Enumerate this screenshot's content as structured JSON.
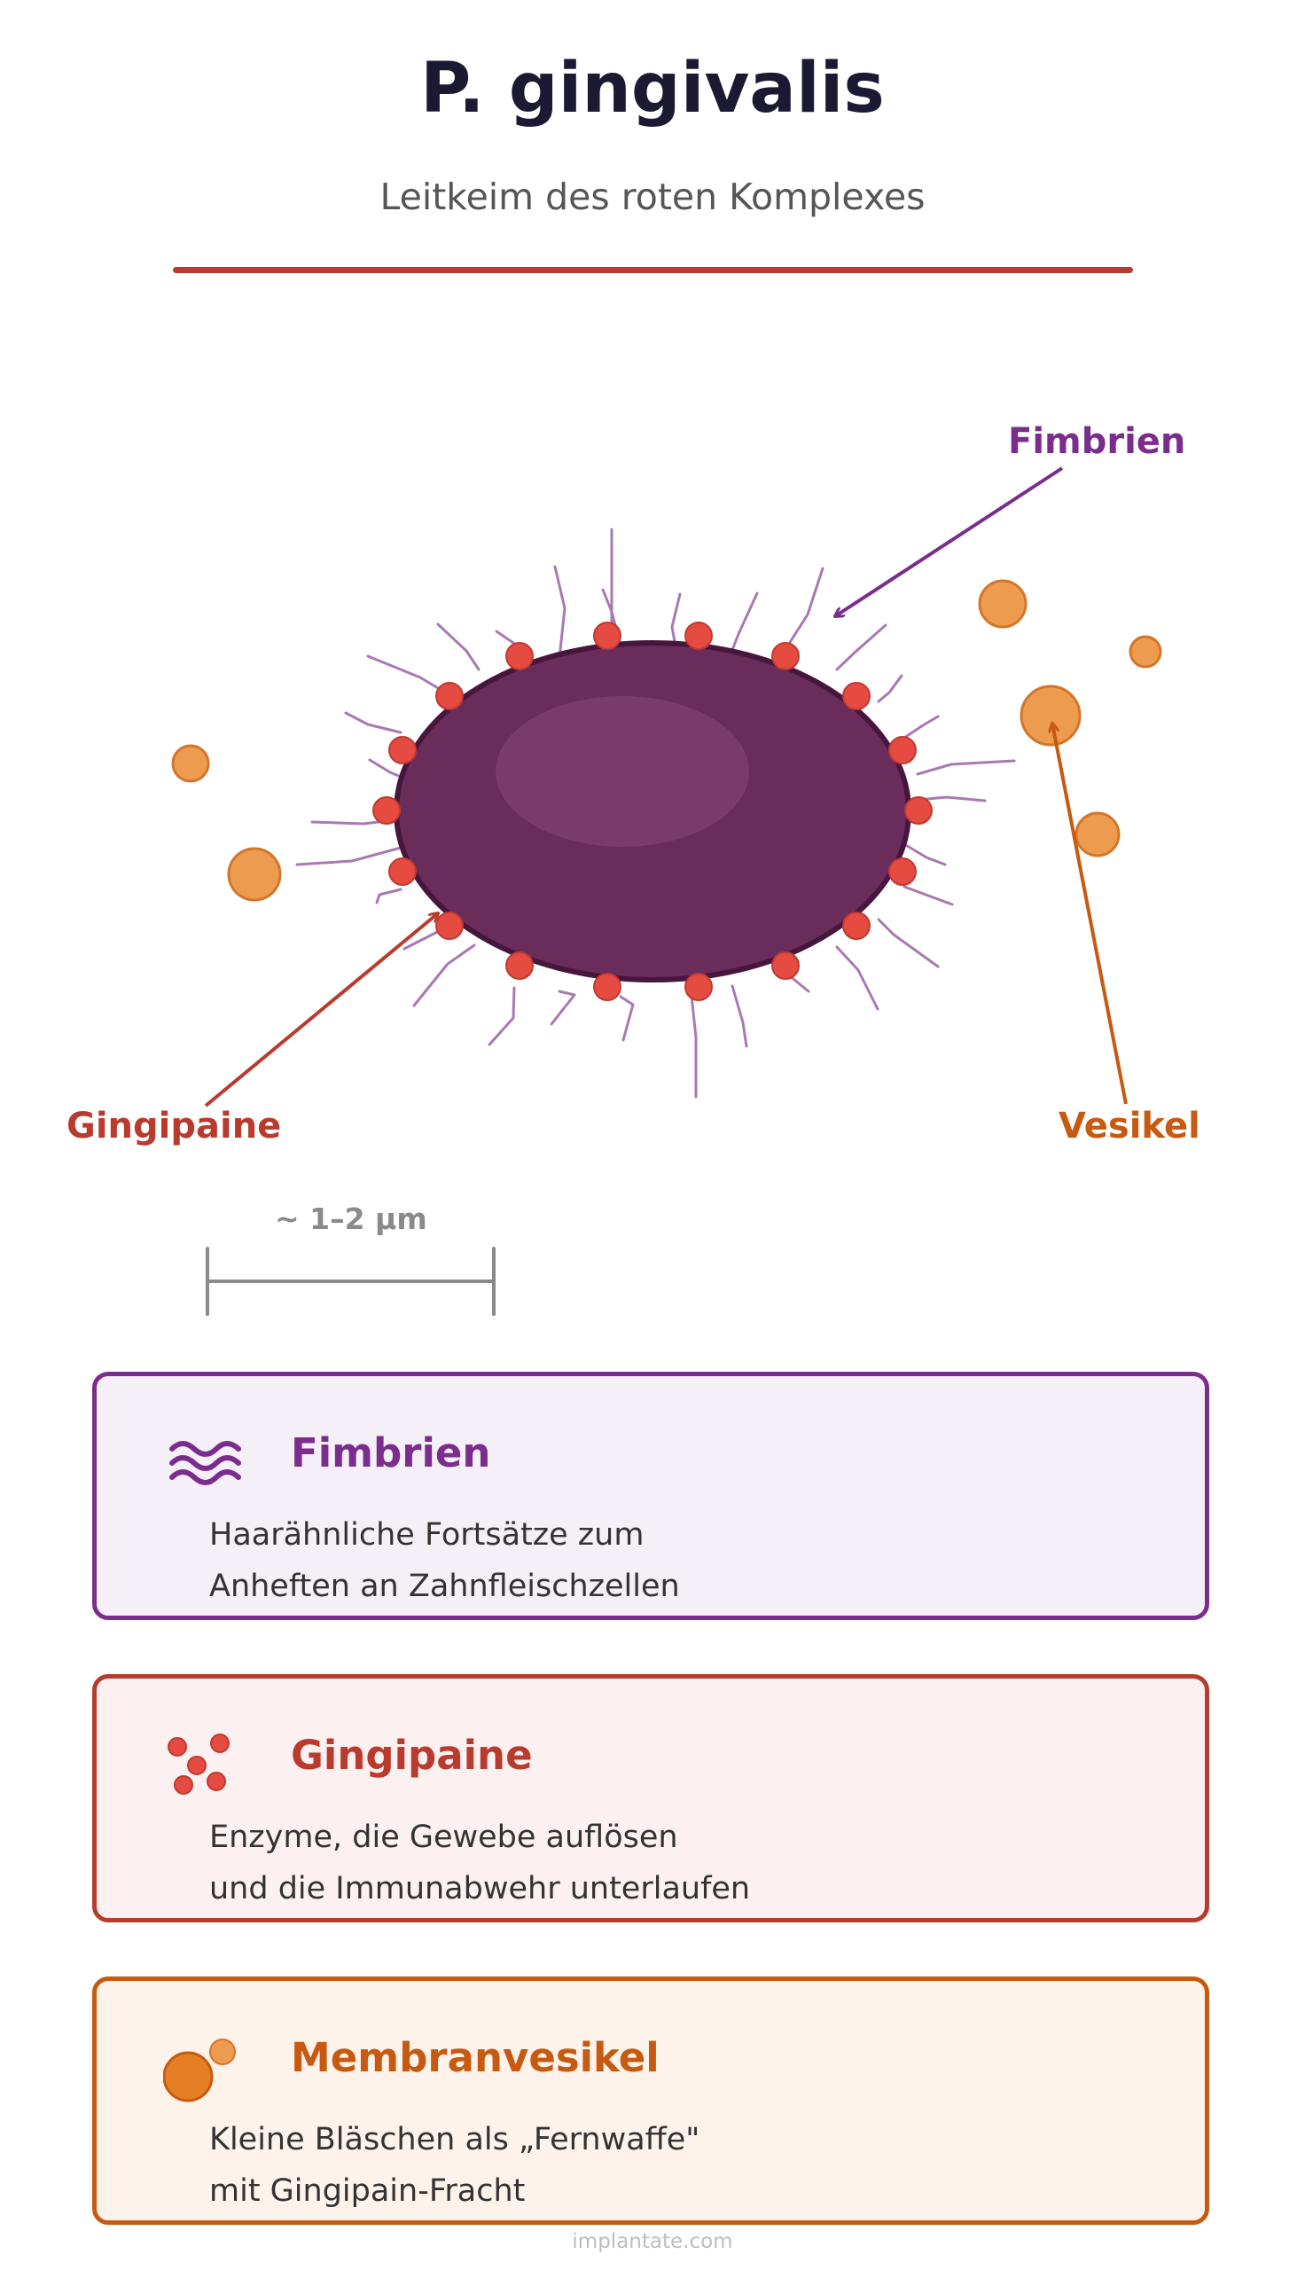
{
  "header": {
    "title": "P. gingivalis",
    "subtitle": "Leitkeim des roten Komplexes"
  },
  "diagram": {
    "callouts": {
      "fimbrien": "Fimbrien",
      "gingipaine": "Gingipaine",
      "vesikel": "Vesikel"
    },
    "scale_label": "~ 1–2 µm"
  },
  "cards": [
    {
      "title": "Fimbrien",
      "description": "Haarähnliche Fortsätze zum\nAnheften an Zahnfleischzellen",
      "icon": "wave-icon",
      "accent": "#7b2d8e",
      "background": "#f5eff7"
    },
    {
      "title": "Gingipaine",
      "description": "Enzyme, die Gewebe auflösen\nund die Immunabwehr unterlaufen",
      "icon": "enzyme-dots-icon",
      "accent": "#b83b2e",
      "background": "#fcf1f0"
    },
    {
      "title": "Membranvesikel",
      "description": "Kleine Bläschen als „Fernwaffe\"\nmit Gingipain-Fracht",
      "icon": "vesicle-icon",
      "accent": "#c75a10",
      "background": "#fdf3ea"
    }
  ],
  "footer": {
    "source": "implantate.com"
  },
  "colors": {
    "bacterium_body": "#6a2c5b",
    "bacterium_outline": "#46163d",
    "fimbriae": "#a879b2",
    "gingipain": "#e54b40",
    "vesicle": "#ed9b4f"
  }
}
